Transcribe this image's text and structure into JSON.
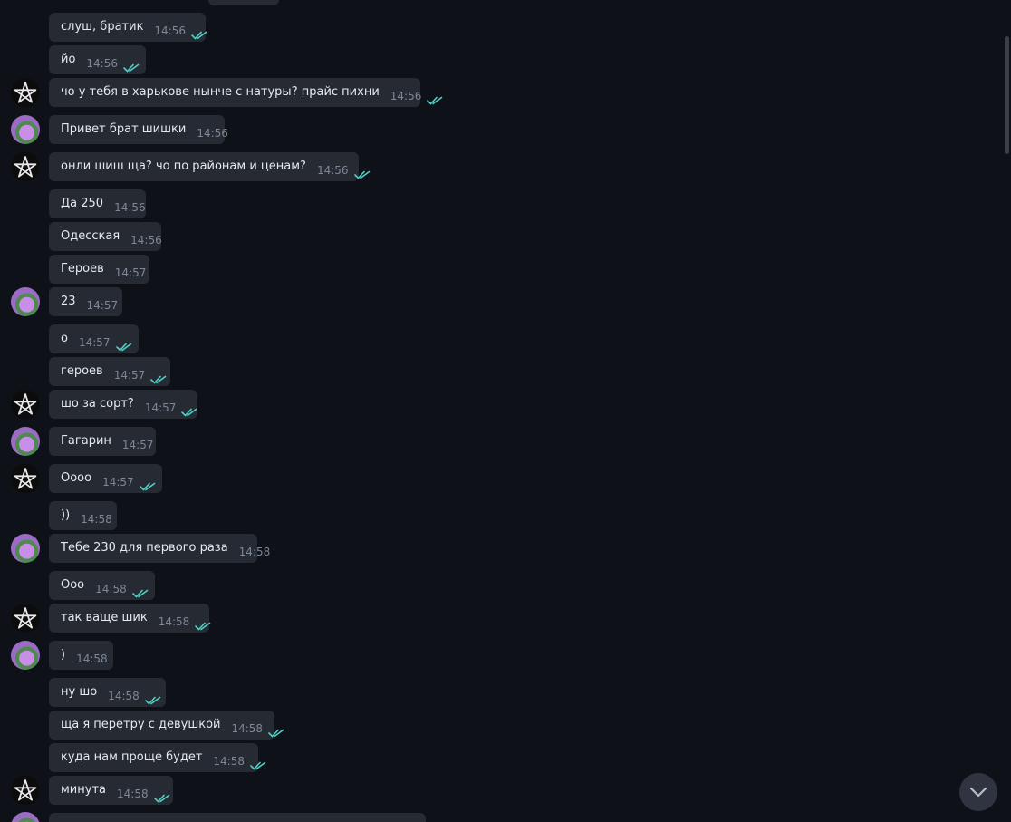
{
  "messages": [
    {
      "text": "слуш, братик",
      "time": "14:56",
      "read": true,
      "avatar": null
    },
    {
      "text": "йо",
      "time": "14:56",
      "read": true,
      "avatar": null
    },
    {
      "text": "чо у тебя в харькове нынче с натуры? прайс пихни",
      "time": "14:56",
      "read": true,
      "avatar": "pentagram-icon"
    },
    {
      "text": "Привет брат шишки",
      "time": "14:56",
      "read": false,
      "avatar": "contact-avatar"
    },
    {
      "text": "онли шиш ща? чо по районам и ценам?",
      "time": "14:56",
      "read": true,
      "avatar": "pentagram-icon"
    },
    {
      "text": "Да 250",
      "time": "14:56",
      "read": false,
      "avatar": null
    },
    {
      "text": "Одесская",
      "time": "14:56",
      "read": false,
      "avatar": null
    },
    {
      "text": "Героев",
      "time": "14:57",
      "read": false,
      "avatar": null
    },
    {
      "text": "23",
      "time": "14:57",
      "read": false,
      "avatar": "contact-avatar"
    },
    {
      "text": "о",
      "time": "14:57",
      "read": true,
      "avatar": null
    },
    {
      "text": "героев",
      "time": "14:57",
      "read": true,
      "avatar": null
    },
    {
      "text": "шо за сорт?",
      "time": "14:57",
      "read": true,
      "avatar": "pentagram-icon"
    },
    {
      "text": "Гагарин",
      "time": "14:57",
      "read": false,
      "avatar": "contact-avatar"
    },
    {
      "text": "Оооо",
      "time": "14:57",
      "read": true,
      "avatar": "pentagram-icon"
    },
    {
      "text": "))",
      "time": "14:58",
      "read": false,
      "avatar": null
    },
    {
      "text": "Тебе 230 для первого раза",
      "time": "14:58",
      "read": false,
      "avatar": "contact-avatar"
    },
    {
      "text": "Ооо",
      "time": "14:58",
      "read": true,
      "avatar": null
    },
    {
      "text": "так ваще шик",
      "time": "14:58",
      "read": true,
      "avatar": "pentagram-icon"
    },
    {
      "text": ")",
      "time": "14:58",
      "read": false,
      "avatar": "contact-avatar"
    },
    {
      "text": "ну шо",
      "time": "14:58",
      "read": true,
      "avatar": null
    },
    {
      "text": "ща я перетру с девушкой",
      "time": "14:58",
      "read": true,
      "avatar": null
    },
    {
      "text": "куда нам проще будет",
      "time": "14:58",
      "read": true,
      "avatar": null
    },
    {
      "text": "минута",
      "time": "14:58",
      "read": true,
      "avatar": "pentagram-icon"
    }
  ],
  "colors": {
    "background": "#0e1117",
    "bubble": "#252a33",
    "time": "#7e8795",
    "read_check": "#4fd1c5"
  }
}
